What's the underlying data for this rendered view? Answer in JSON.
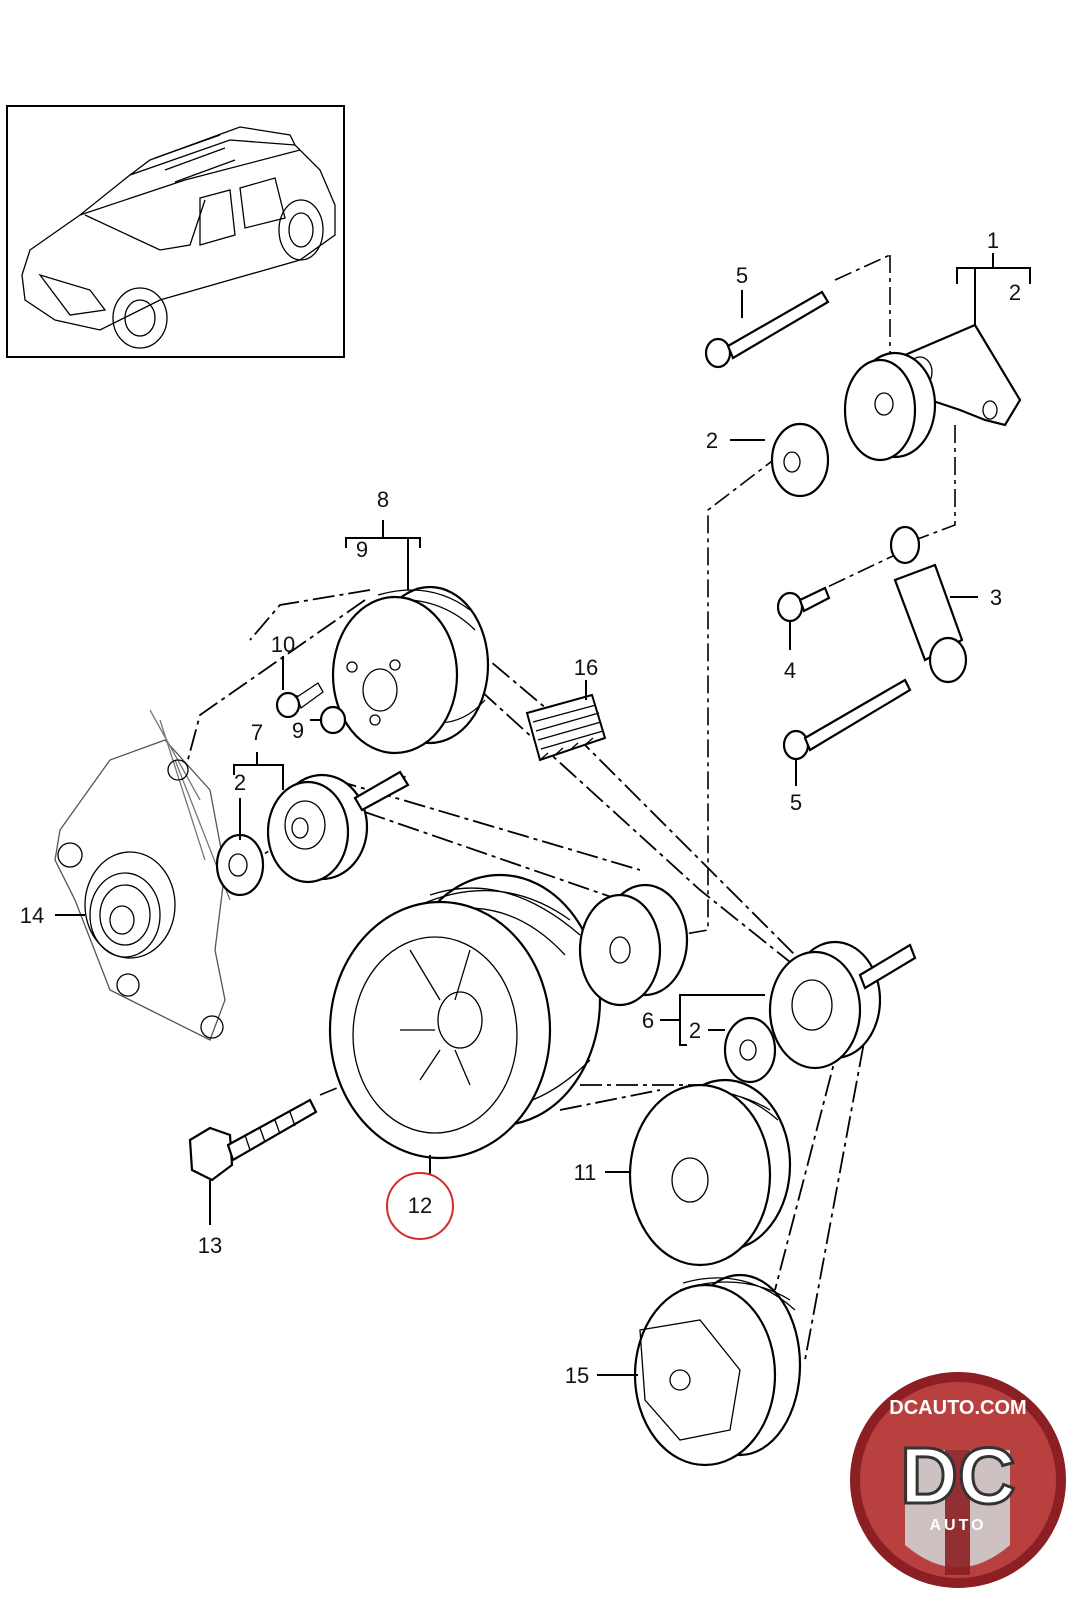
{
  "callouts": {
    "c1": "1",
    "c2a": "2",
    "c2b": "2",
    "c2c": "2",
    "c2d": "2",
    "c3": "3",
    "c4": "4",
    "c5a": "5",
    "c5b": "5",
    "c6": "6",
    "c7": "7",
    "c8": "8",
    "c9a": "9",
    "c9b": "9",
    "c10": "10",
    "c11": "11",
    "c12": "12",
    "c13": "13",
    "c14": "14",
    "c15": "15",
    "c16": "16"
  },
  "highlight": {
    "part": "12",
    "color": "#d42a2a"
  },
  "logo": {
    "domain": "DCAUTO.COM",
    "letters": "DC",
    "word": "AUTO",
    "colors": {
      "ring": "#8b1f24",
      "inner": "#b8403f",
      "stripe": "#cfcfcf"
    }
  },
  "thumbnail": {
    "icon": "car-suv-icon"
  }
}
